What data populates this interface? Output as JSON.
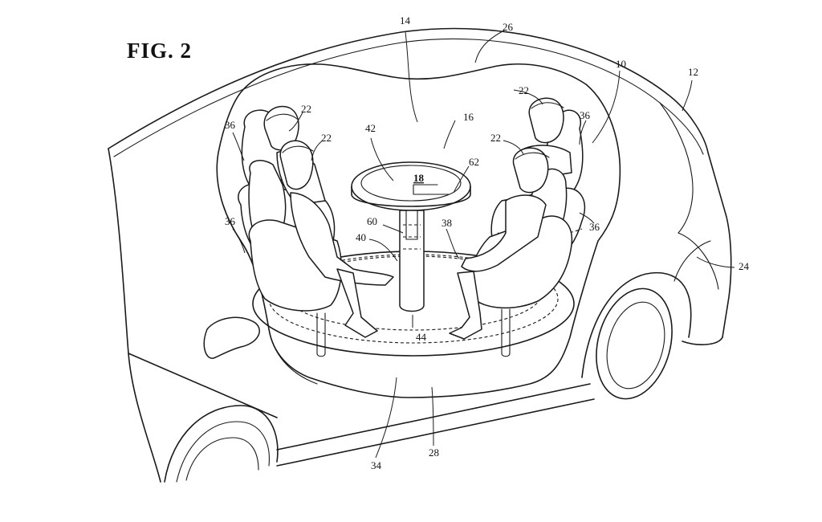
{
  "figure": {
    "title": "FIG. 2",
    "refs": {
      "r14": "14",
      "r26": "26",
      "r10": "10",
      "r12": "12",
      "r22a": "22",
      "r22b": "22",
      "r22c": "22",
      "r22d": "22",
      "r36a": "36",
      "r36b": "36",
      "r36c": "36",
      "r36d": "36",
      "r16": "16",
      "r42": "42",
      "r18": "18",
      "r62": "62",
      "r60": "60",
      "r40": "40",
      "r38": "38",
      "r44": "44",
      "r24": "24",
      "r34": "34",
      "r28": "28"
    }
  }
}
